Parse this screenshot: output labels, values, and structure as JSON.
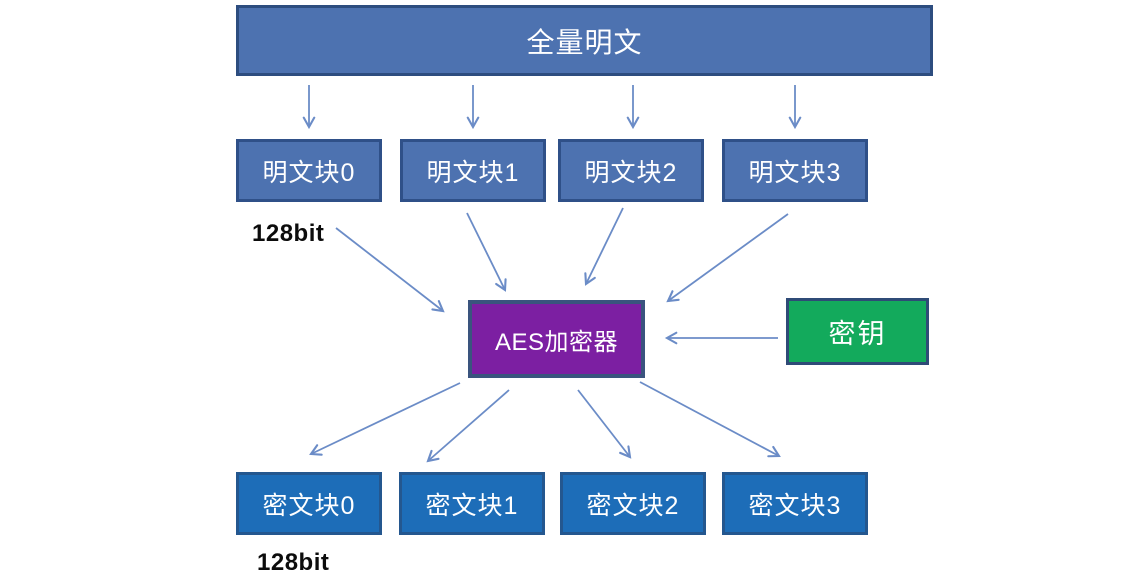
{
  "diagram": {
    "source_label": "全量明文",
    "plaintext_blocks": [
      {
        "label": "明文块0"
      },
      {
        "label": "明文块1"
      },
      {
        "label": "明文块2"
      },
      {
        "label": "明文块3"
      }
    ],
    "plaintext_bit_label": "128bit",
    "encryptor_label": "AES加密器",
    "key_label": "密钥",
    "ciphertext_blocks": [
      {
        "label": "密文块0"
      },
      {
        "label": "密文块1"
      },
      {
        "label": "密文块2"
      },
      {
        "label": "密文块3"
      }
    ],
    "ciphertext_bit_label": "128bit",
    "colors": {
      "plaintext_box_fill": "#4d72b0",
      "plaintext_box_border": "#2f5088",
      "ciphertext_box_fill": "#1d6db8",
      "ciphertext_box_border": "#24578f",
      "encryptor_fill": "#7c1fa2",
      "encryptor_border": "#3a547e",
      "key_fill": "#13aa5c",
      "key_border": "#2f4b77",
      "arrow": "#6b8cc7",
      "box_text": "#ffffff",
      "bit_label_text": "#0c0c0c",
      "background": "#ffffff"
    }
  }
}
